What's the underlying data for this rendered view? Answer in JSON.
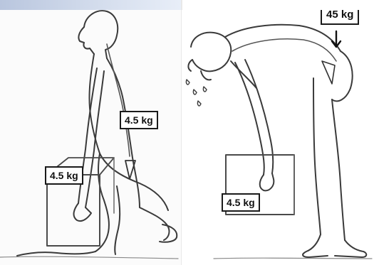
{
  "left_panel": {
    "spine_load": "4.5 kg",
    "box_weight": "4.5 kg"
  },
  "right_panel": {
    "spine_load": "45 kg",
    "box_weight": "4.5 kg"
  }
}
